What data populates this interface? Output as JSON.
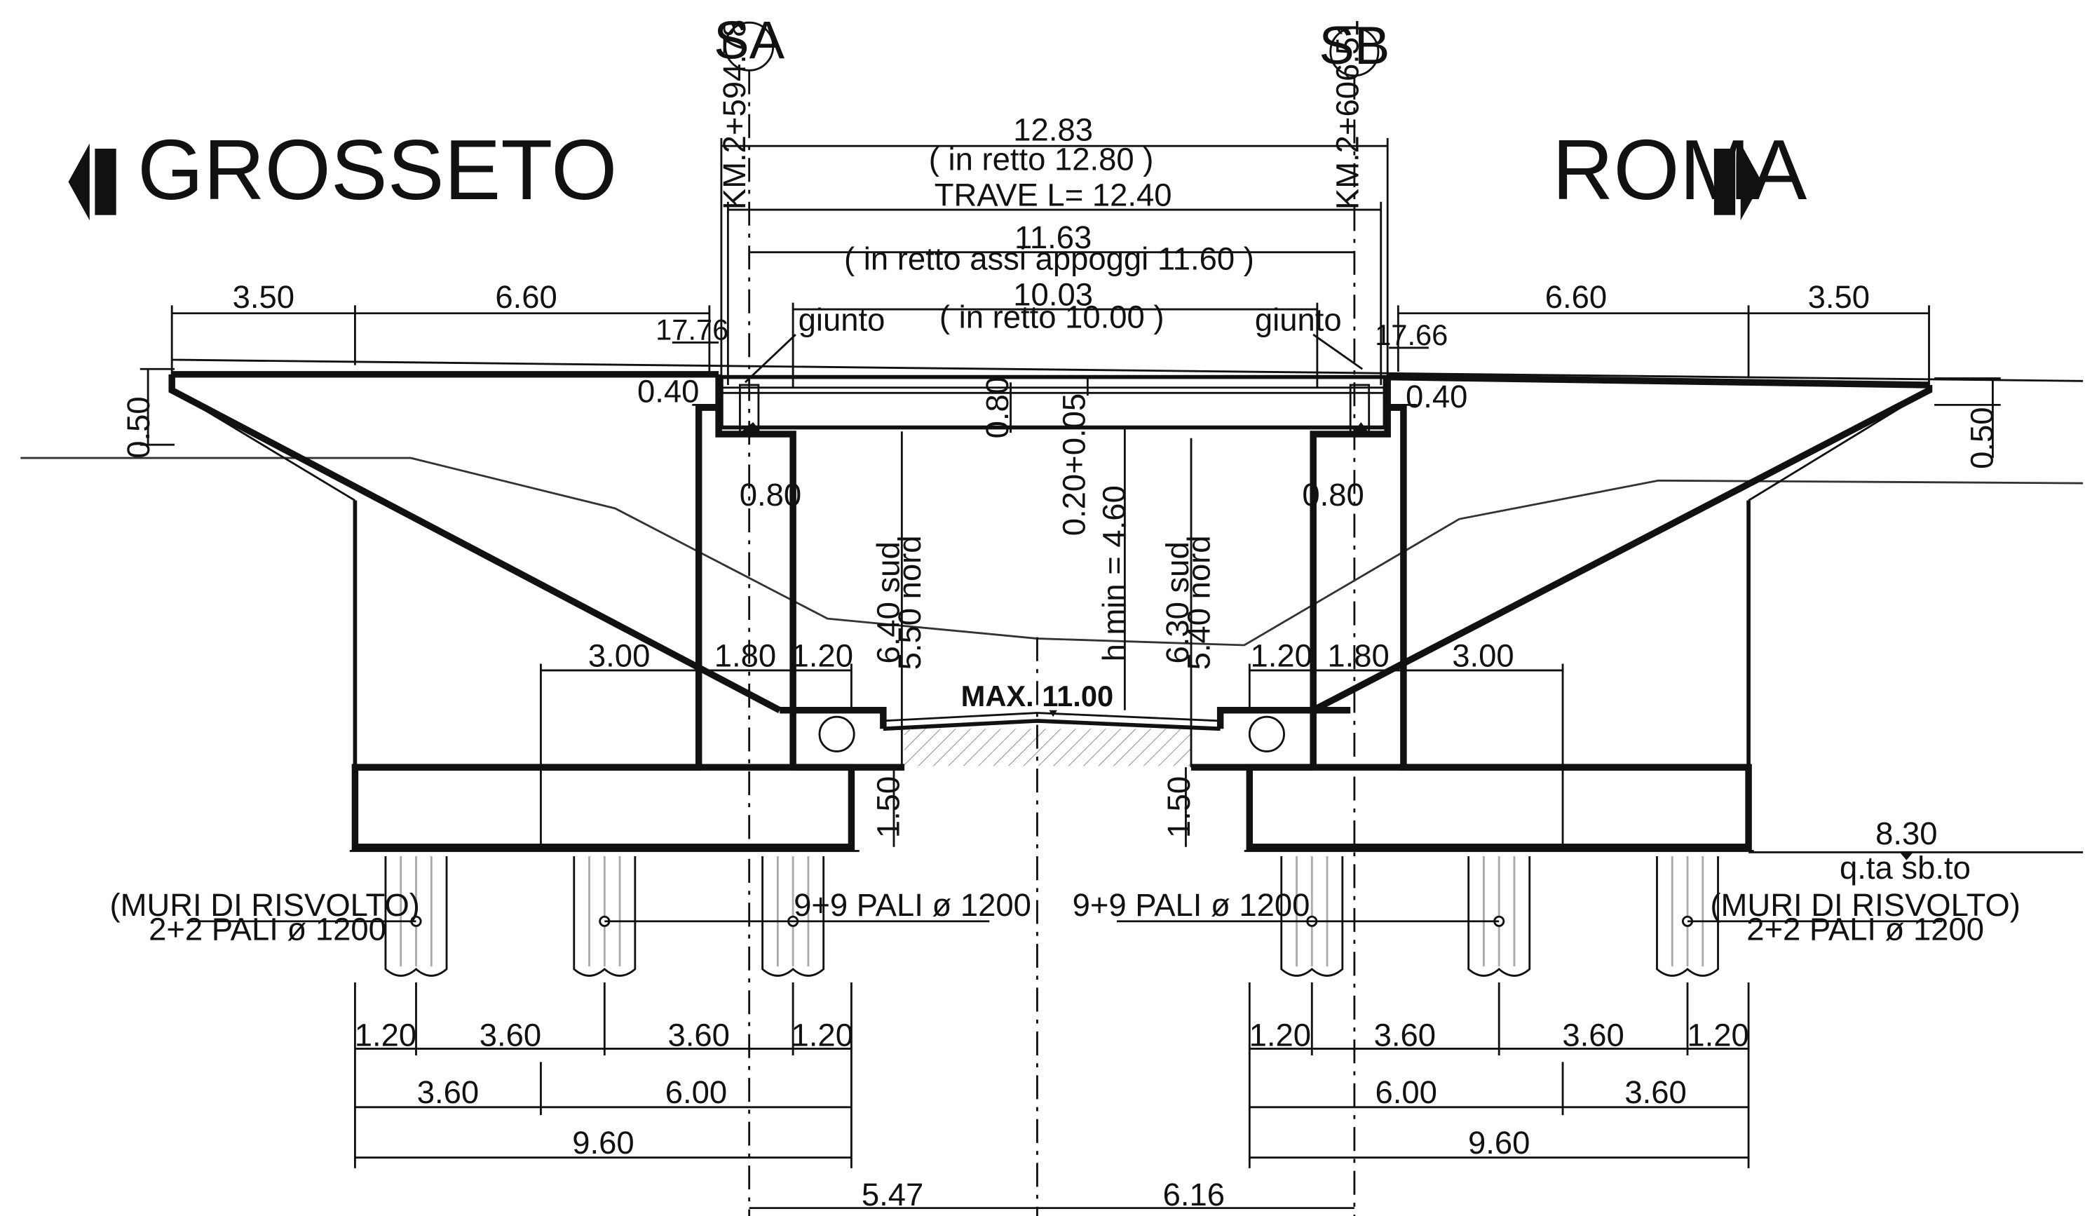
{
  "directions": {
    "left": "GROSSETO",
    "right": "ROMA"
  },
  "sections": {
    "left": {
      "id": "SA",
      "km": "KM.2+594.78"
    },
    "right": {
      "id": "SB",
      "km": "KM.2+606.51"
    }
  },
  "top_dims": {
    "overall": "12.83",
    "overall_note": "( in retto 12.80 )",
    "beam": "TRAVE L= 12.40",
    "supports": "11.63",
    "supports_note": "( in retto assi appoggi 11.60 )",
    "clear": "10.03",
    "clear_note": "( in retto 10.00 )"
  },
  "left_top": {
    "a": "3.50",
    "b": "6.60",
    "level": "17.76",
    "joint": "giunto",
    "deck": "0.40",
    "slope": "0.50",
    "wall": "0.80"
  },
  "right_top": {
    "a": "6.60",
    "b": "3.50",
    "level": "17.66",
    "joint": "giunto",
    "deck": "0.40",
    "slope": "0.50",
    "wall": "0.80"
  },
  "middle": {
    "deck_th": "0.80",
    "pave": "0.20+0.05",
    "hmin": "h min = 4.60",
    "left_h1": "6.40 sud",
    "left_h2": "5.50 nord",
    "right_h1": "6.30 sud",
    "right_h2": "5.40 nord",
    "max": "MAX. 11.00"
  },
  "footing_dims": {
    "left": [
      "3.00",
      "1.80",
      "1.20"
    ],
    "right": [
      "1.20",
      "1.80",
      "3.00"
    ],
    "left_h": "1.50",
    "right_h": "1.50"
  },
  "piles": {
    "left_wing_1": "(MURI DI RISVOLTO)",
    "left_wing_2": "2+2 PALI ø 1200",
    "left_main": "9+9 PALI ø 1200",
    "right_main": "9+9 PALI ø 1200",
    "right_wing_1": "(MURI DI RISVOLTO)",
    "right_wing_2": "2+2 PALI ø 1200"
  },
  "ground_level": {
    "value": "8.30",
    "label": "q.ta sb.to"
  },
  "bottom_dims": {
    "left_row1": [
      "1.20",
      "3.60",
      "3.60",
      "1.20"
    ],
    "left_row2": [
      "3.60",
      "6.00"
    ],
    "left_row3": "9.60",
    "right_row1": [
      "1.20",
      "3.60",
      "3.60",
      "1.20"
    ],
    "right_row2": [
      "6.00",
      "3.60"
    ],
    "right_row3": "9.60",
    "center_left": "5.47",
    "center_right": "6.16"
  }
}
